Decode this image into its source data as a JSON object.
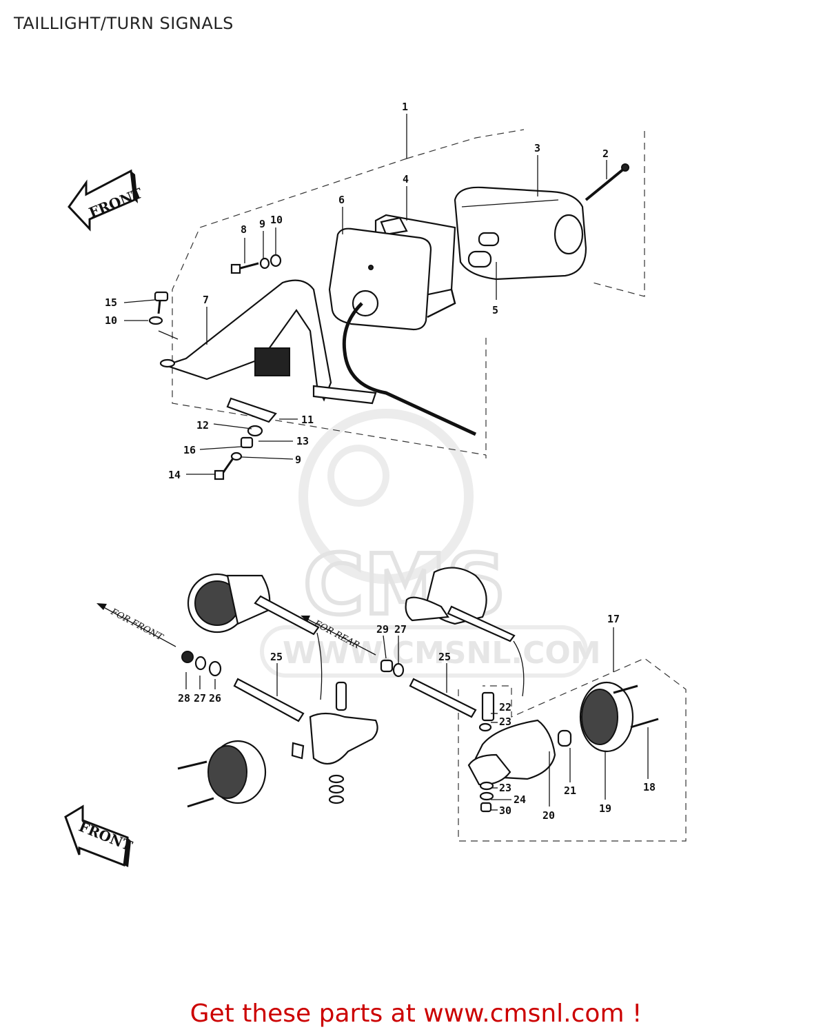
{
  "title": "TAILLIGHT/TURN SIGNALS",
  "cta": "Get these parts at www.cmsnl.com !",
  "watermark": {
    "logo": "CMS",
    "url": "WWW.CMSNL.COM"
  },
  "arrows": {
    "front_top": "FRONT",
    "front_bottom": "FRONT",
    "for_front": "FOR FRONT",
    "for_rear": "FOR REAR"
  },
  "callouts": {
    "c1": "1",
    "c2": "2",
    "c3": "3",
    "c4": "4",
    "c5": "5",
    "c6": "6",
    "c7": "7",
    "c8": "8",
    "c9a": "9",
    "c10a": "10",
    "c15": "15",
    "c10b": "10",
    "c11": "11",
    "c12": "12",
    "c13": "13",
    "c16": "16",
    "c9b": "9",
    "c14": "14",
    "c17": "17",
    "c18": "18",
    "c19": "19",
    "c20": "20",
    "c21": "21",
    "c22": "22",
    "c23a": "23",
    "c23b": "23",
    "c24": "24",
    "c30": "30",
    "c25a": "25",
    "c25b": "25",
    "c29": "29",
    "c27a": "27",
    "c28": "28",
    "c27b": "27",
    "c26": "26"
  },
  "colors": {
    "cta": "#cc0000",
    "ink": "#111111",
    "watermark": "#e3e3e3"
  }
}
